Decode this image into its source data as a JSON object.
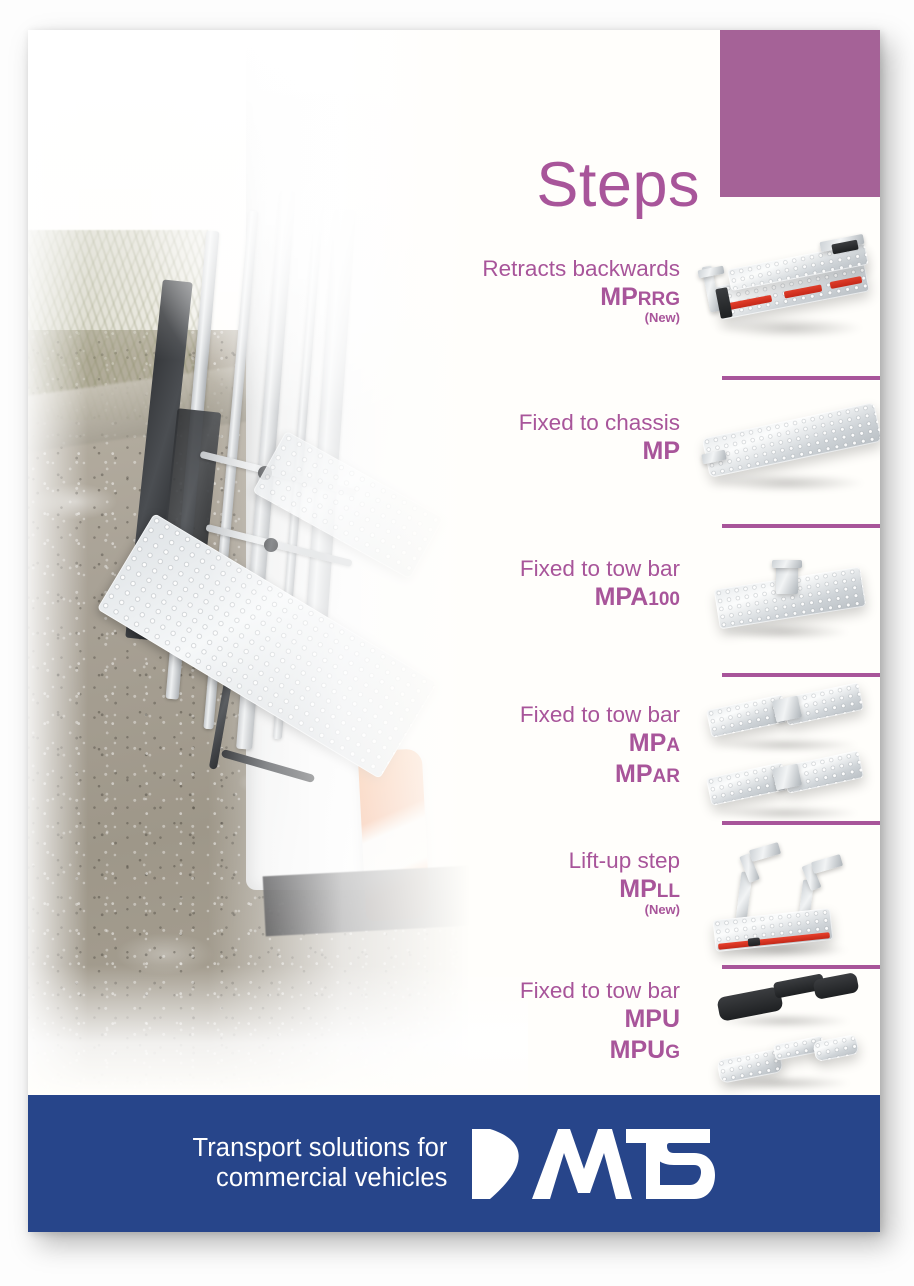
{
  "brochure": {
    "title": "Steps",
    "accent_purple": "#a8559a",
    "header_block_color": "#a56297",
    "footer_color": "#27458a"
  },
  "products": [
    {
      "description": "Retracts backwards",
      "code_main": "MP",
      "code_sub": "RRG",
      "badge": "(New)",
      "image_name": "retractable-step-mprrg-photo"
    },
    {
      "description": "Fixed to chassis",
      "code_main": "MP",
      "code_sub": "",
      "badge": "",
      "image_name": "chassis-step-mp-photo"
    },
    {
      "description": "Fixed to tow bar",
      "code_main": "MPA",
      "code_sub": "100",
      "badge": "",
      "image_name": "towbar-step-mpa100-photo"
    },
    {
      "description": "Fixed to tow bar",
      "code_main": "MP",
      "code_sub": "A",
      "code_main_2": "MP",
      "code_sub_2": "AR",
      "badge": "",
      "image_name": "towbar-step-mpa-mpar-photo"
    },
    {
      "description": "Lift-up step",
      "code_main": "MP",
      "code_sub": "LL",
      "badge": "(New)",
      "image_name": "liftup-step-mpll-photo"
    },
    {
      "description": "Fixed to tow bar",
      "code_main": "MPU",
      "code_sub": "",
      "code_main_2": "MPU",
      "code_sub_2": "G",
      "badge": "",
      "image_name": "towbar-step-mpu-mpug-photo"
    }
  ],
  "footer": {
    "tagline_line1": "Transport solutions for",
    "tagline_line2": "commercial vehicles",
    "logo_text": "MTS",
    "logo_name": "mts-logo"
  },
  "photo": {
    "name": "van-rear-with-step-photo",
    "alt": "Rear of white commercial van with aluminium step and ladder rack"
  }
}
